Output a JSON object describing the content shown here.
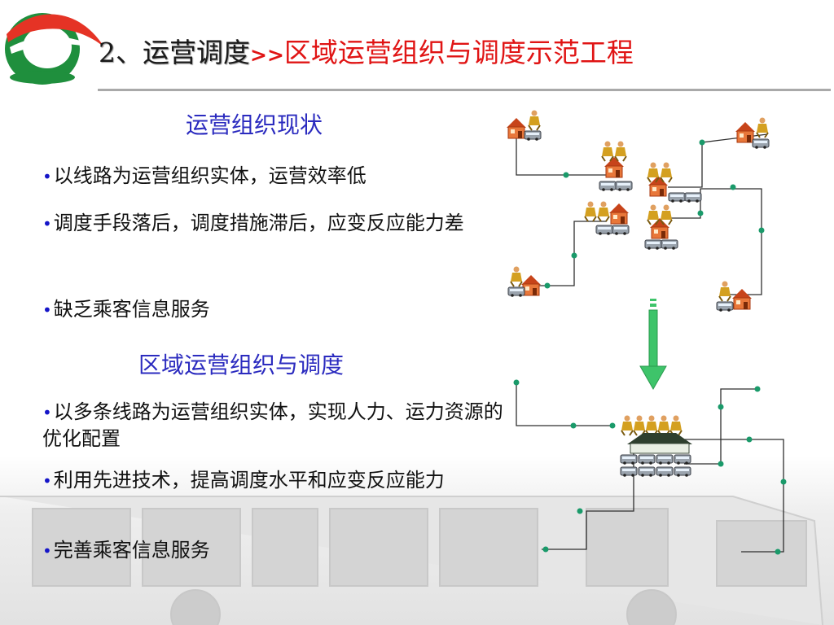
{
  "title": {
    "prefix": "2、运营调度",
    "arrows": ">>",
    "subtitle": "区域运营组织与调度示范工程"
  },
  "section_current": {
    "heading": "运营组织现状",
    "bullets": [
      "以线路为运营组织实体，运营效率低",
      "调度手段落后，调度措施滞后，应变反应能力差",
      "缺乏乘客信息服务"
    ]
  },
  "section_regional": {
    "heading": "区域运营组织与调度",
    "bullets": [
      "以多条线路为运营组织实体，实现人力、运力资源的优化配置",
      "利用先进技术，提高调度水平和应变反应能力",
      "完善乘客信息服务"
    ]
  },
  "colors": {
    "title_red": "#e01414",
    "heading_blue": "#2b2bbf",
    "bullet_blue": "#1515c8",
    "node_green": "#1a9a6a",
    "arrow_green": "#3ec46a",
    "house_red": "#d9531e",
    "logo_green": "#1f8f3d",
    "logo_red": "#e53325"
  },
  "icons": [
    "logo-swoosh-icon",
    "depot-house-icon",
    "dispatcher-figure-icon",
    "bus-icon",
    "down-arrow-icon",
    "bus-background-image"
  ]
}
